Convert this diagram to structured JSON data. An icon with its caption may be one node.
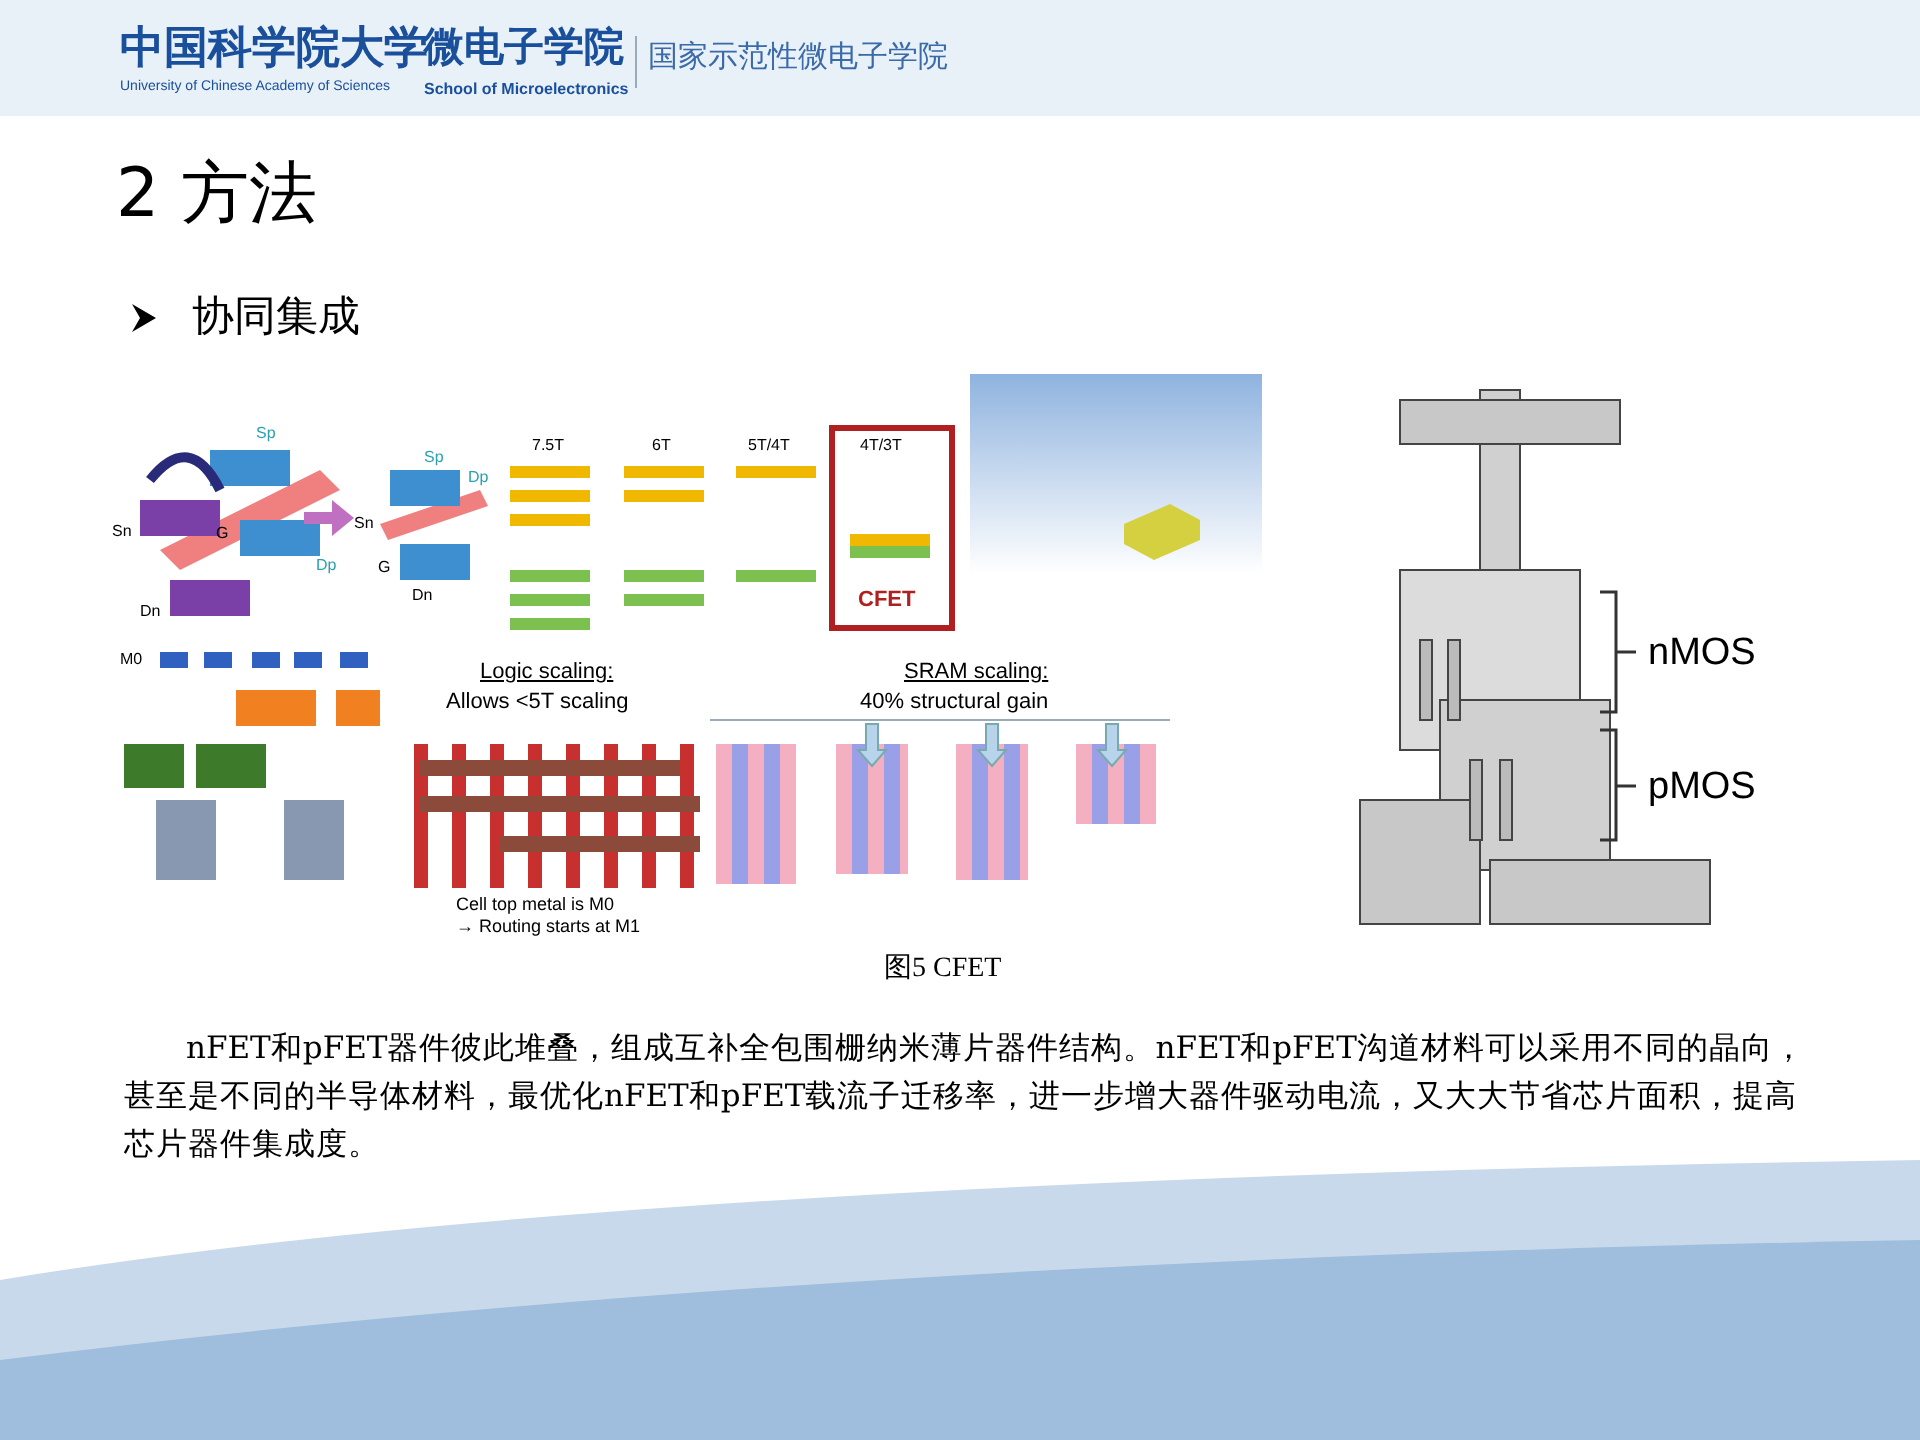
{
  "diagram": {
    "title": "2 方法",
    "caption": "图5 CFET",
    "labels": [
      "中国科学院大学",
      "University of Chinese Academy of Sciences",
      "微电子学院",
      "School of Microelectronics",
      "国家示范性微电子学院",
      "协同集成",
      "Sn",
      "Sp",
      "G",
      "Dp",
      "Dn",
      "Sp",
      "Dp",
      "Sn",
      "G",
      "Dn",
      "7.5T",
      "6T",
      "5T/4T",
      "4T/3T",
      "CFET",
      "M0",
      "Logic scaling:",
      "Allows <5T scaling",
      "Cell top metal is M0",
      "→ Routing starts at M1",
      "SRAM scaling:",
      "40% structural gain",
      "nMOS",
      "pMOS",
      "nFET和pFET器件彼此堆叠，组成互补全包围栅纳米薄片器件结构。nFET和pFET沟道材料可以采用不同的晶向，甚至是不同的半导体材料，最优化nFET和pFET载流子迁移率，进一步增大器件驱动电流，又大大节省芯片面积，提高芯片器件集成度。"
    ]
  }
}
